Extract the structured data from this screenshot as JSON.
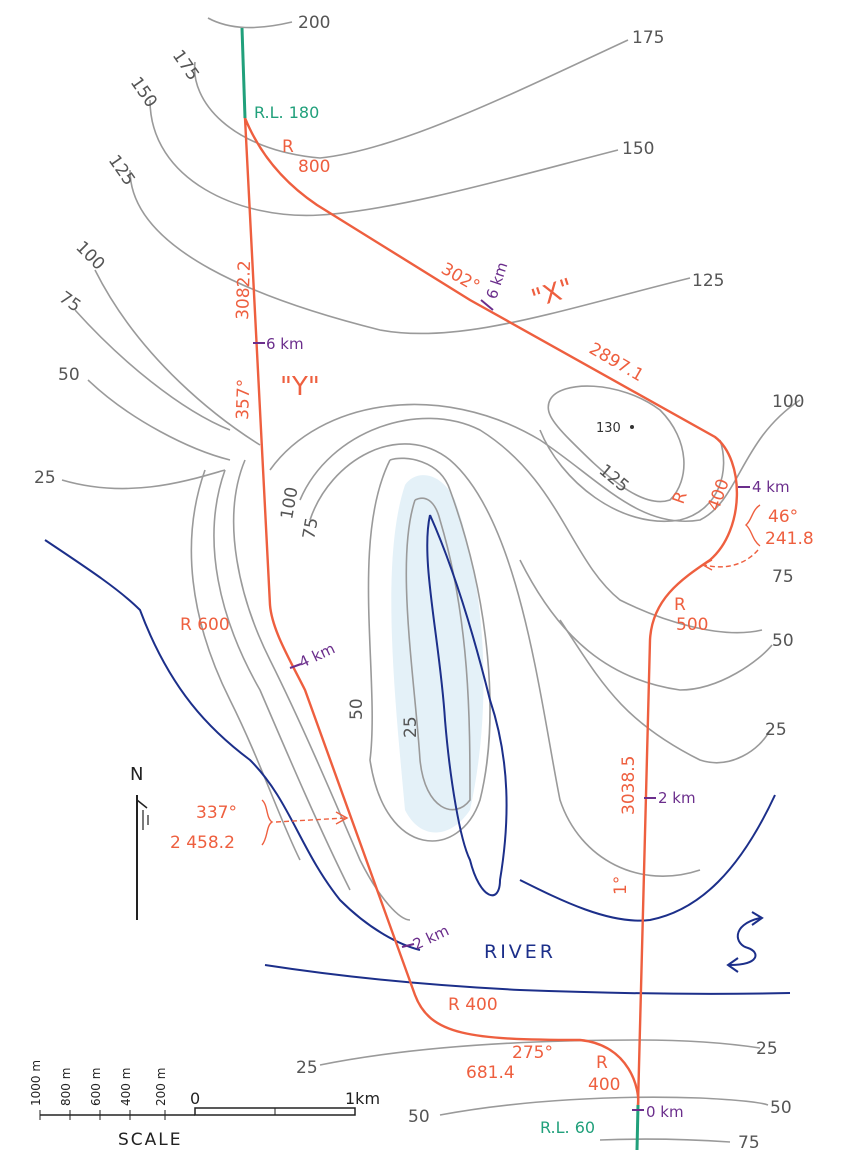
{
  "contour_labels": {
    "c200": "200",
    "c175_top": "175",
    "c175_left": "175",
    "c150_left": "150",
    "c150_right": "150",
    "c125_left": "125",
    "c125_right": "125",
    "c125_inner": "125",
    "c100_left": "100",
    "c100_right": "100",
    "c100_inner": "100",
    "c75_left": "75",
    "c75_inner": "75",
    "c75_right": "75",
    "c50_left": "50",
    "c50_right": "50",
    "c50_inner": "50",
    "c25_left": "25",
    "c25_inner": "25",
    "c25_right": "25",
    "c25_bottom_left": "25",
    "c25_bottom_right": "25",
    "c50_bottom_left": "50",
    "c50_bottom_right": "50",
    "c75_bottom": "75",
    "spot_height": "130"
  },
  "route": {
    "rl_top": "R.L. 180",
    "rl_bottom": "R.L. 60",
    "route_x_label": "\"X\"",
    "route_y_label": "\"Y\"",
    "curves": {
      "r800_a": "R",
      "r800_b": "800",
      "r400_ne_a": "R",
      "r400_ne_b": "400",
      "r500_a": "R",
      "r500_b": "500",
      "r600": "R 600",
      "r400_river": "R 400",
      "r400_se_a": "R",
      "r400_se_b": "400"
    },
    "bearings": {
      "b302": "302°",
      "b357": "357°",
      "b337": "337°",
      "b275": "275°",
      "b46": "46°",
      "b1": "1°"
    },
    "distances": {
      "d3082": "3082.2",
      "d2897": "2897.1",
      "d3038": "3038.5",
      "d2458": "2 458.2",
      "d681": "681.4",
      "d241": "241.8"
    },
    "chainages": {
      "x6km": "6 km",
      "y6km": "6 km",
      "y4km": "4 km",
      "y2km": "2 km",
      "e4km": "4 km",
      "e2km": "2 km",
      "e0km": "0 km"
    }
  },
  "labels": {
    "river": "RIVER",
    "north": "N"
  },
  "scale": {
    "title": "SCALE",
    "ticks": [
      "1000 m",
      "800 m",
      "600 m",
      "400 m",
      "200 m"
    ],
    "zero": "0",
    "one_km": "1km"
  },
  "colors": {
    "contour": "#9a9a9a",
    "route": "#ee5f3f",
    "river": "#1c2f8a",
    "chainage": "#6b2e8c",
    "reduced_level": "#21a07b",
    "water_shade": "#e4f1f8"
  }
}
